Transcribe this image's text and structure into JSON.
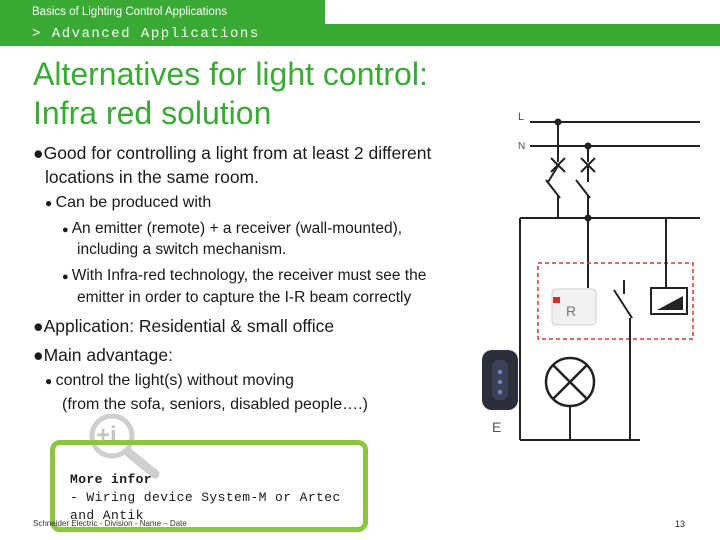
{
  "header": {
    "section_title": "Basics of Lighting Control Applications",
    "subsection": "> Advanced Applications"
  },
  "slide": {
    "title_line1": "Alternatives for light control:",
    "title_line2": "Infra red solution",
    "bullets": {
      "b1_line1": "Good for controlling a light from at least 2 different",
      "b1_line2": "locations in the same room.",
      "b1_sub": "Can be produced with",
      "b1_sub_a_line1": "An emitter (remote) + a receiver (wall-mounted),",
      "b1_sub_a_line2": "including a switch mechanism.",
      "b1_sub_b_line1": "With Infra-red technology, the receiver must see the",
      "b1_sub_b_line2": "emitter in order to capture the I-R beam correctly",
      "b2": "Application: Residential & small office",
      "b3": "Main advantage:",
      "b3_sub_line1": "control the light(s) without moving",
      "b3_sub_line2": "(from the sofa, seniors, disabled people….)"
    }
  },
  "diagram": {
    "label_L": "L",
    "label_N": "N",
    "label_R": "R",
    "label_E": "E"
  },
  "info": {
    "heading": "More infor",
    "line1": "- Wiring device System-M or Artec",
    "line2": "and  Antik"
  },
  "footer": {
    "text": "Schneider Electric - Division - Name – Date",
    "page_number": "13"
  },
  "colors": {
    "accent_green": "#3aaa35",
    "info_border": "#8cc63f",
    "dashed_box": "#e0342b"
  },
  "icons": {
    "info_magnifier": "magnifier-plus-i-icon",
    "lamp": "lamp-symbol-icon",
    "remote": "remote-control-icon"
  }
}
